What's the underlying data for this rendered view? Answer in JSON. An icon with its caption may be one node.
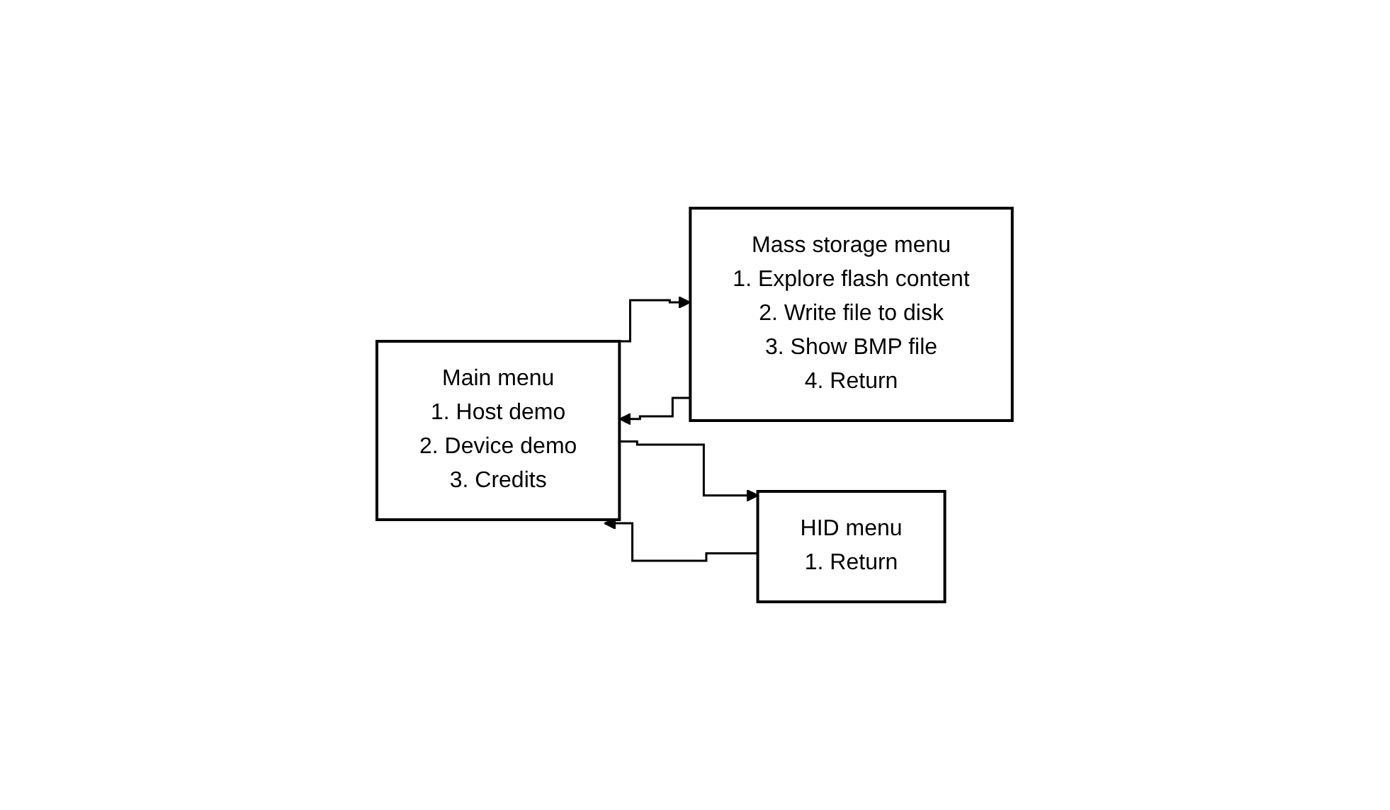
{
  "diagram": {
    "nodes": [
      {
        "text": [
          "Main menu",
          "1. Host demo",
          "2. Device demo",
          "3. Credits"
        ]
      },
      {
        "text": [
          "Mass storage menu",
          "1. Explore flash content",
          "2. Write file to disk",
          "3. Show BMP file",
          "4. Return"
        ]
      },
      {
        "text": [
          "HID menu",
          "1. Return"
        ]
      }
    ],
    "edges": [
      {
        "from": 0,
        "to": 1,
        "arrow": "to"
      },
      {
        "from": 0,
        "to": 2,
        "arrow": "to"
      },
      {
        "from": 1,
        "to": 0,
        "arrow": "to"
      },
      {
        "from": 2,
        "to": 0,
        "arrow": "to"
      }
    ]
  }
}
